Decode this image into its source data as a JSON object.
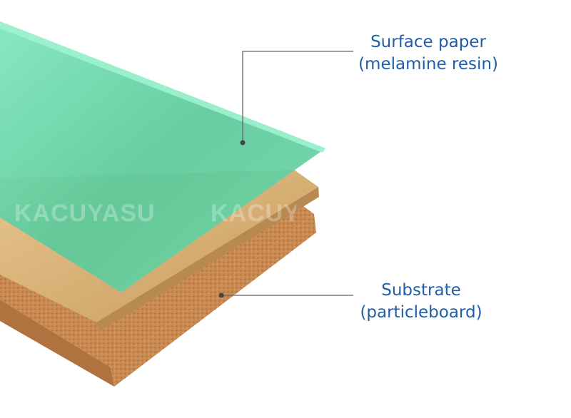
{
  "labels": {
    "surface": {
      "line1": "Surface paper",
      "line2": "(melamine resin)"
    },
    "substrate": {
      "line1": "Substrate",
      "line2": "(particleboard)"
    }
  },
  "watermark": "KACUYASU",
  "colors": {
    "label": "#1f5ea8",
    "leader": "#666666",
    "green": "#5fd6a4",
    "wood": "#d9b47a",
    "cork": "#c98a52"
  }
}
